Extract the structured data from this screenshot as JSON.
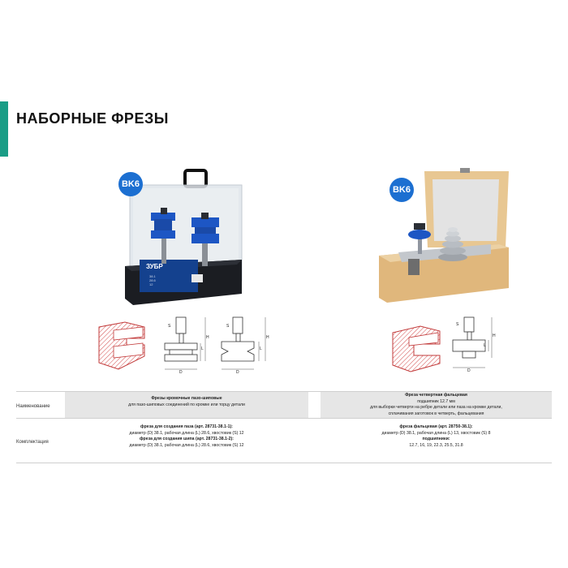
{
  "page": {
    "title": "НАБОРНЫЕ ФРЕЗЫ",
    "accent_color": "#1a9d86",
    "badge_color": "#1c6fd1"
  },
  "products": [
    {
      "badge": "BK6",
      "box_label_brand": "ЗУБР",
      "box_specs": [
        "38.1",
        "28.6",
        "12"
      ],
      "name_title": "Фрезы кромочные пазо-шиповые",
      "name_desc": "для пазо-шиповых соединений по кромке или торцу детали",
      "kit_lines": [
        {
          "bold": "фреза для создания паза (арт. 28731-38.1-1):",
          "text": "диаметр (D) 38.1, рабочая длина (L) 28.6, хвостовик (S) 12"
        },
        {
          "bold": "фреза для создания шипа (арт. 28731-38.1-2):",
          "text": "диаметр (D) 38.1, рабочая длина (L) 28.6, хвостовик (S) 12"
        }
      ]
    },
    {
      "badge": "BK6",
      "name_title": "Фреза четвертная фальцевая",
      "name_desc_lines": [
        "подшипник 12.7 мм",
        "для выборки четверти на ребре детали или паза на кромке детали,",
        "сплачивания заготовок в четверть, фальцевания"
      ],
      "kit_lines": [
        {
          "bold": "фреза фальцевая (арт. 28750-38.1):",
          "text": "диаметр (D) 38.1, рабочая длина (L) 13, хвостовик (S) 8"
        },
        {
          "bold": "подшипники:",
          "text": "12.7, 16, 19, 22.3, 25.5, 31.8"
        }
      ]
    }
  ],
  "rows": {
    "name_label": "Наименование",
    "kit_label": "Комплектация"
  },
  "diagram_labels": {
    "s": "S",
    "l": "L",
    "h": "H",
    "d": "D"
  }
}
